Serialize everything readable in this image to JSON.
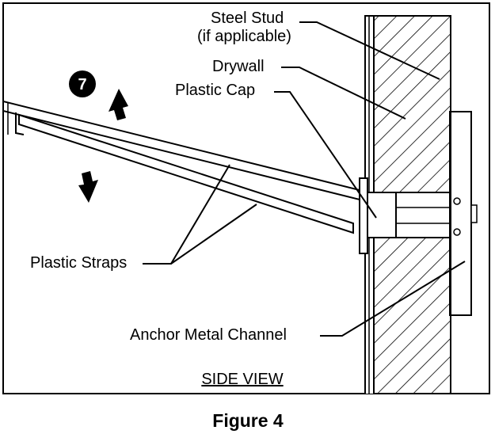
{
  "labels": {
    "steel_stud": "Steel Stud",
    "steel_stud_note": "(if applicable)",
    "drywall": "Drywall",
    "plastic_cap": "Plastic Cap",
    "plastic_straps": "Plastic Straps",
    "anchor_channel": "Anchor Metal Channel",
    "view": "SIDE VIEW",
    "step_number": "7"
  },
  "caption": "Figure 4",
  "colors": {
    "ink": "#000000",
    "background": "#ffffff"
  }
}
